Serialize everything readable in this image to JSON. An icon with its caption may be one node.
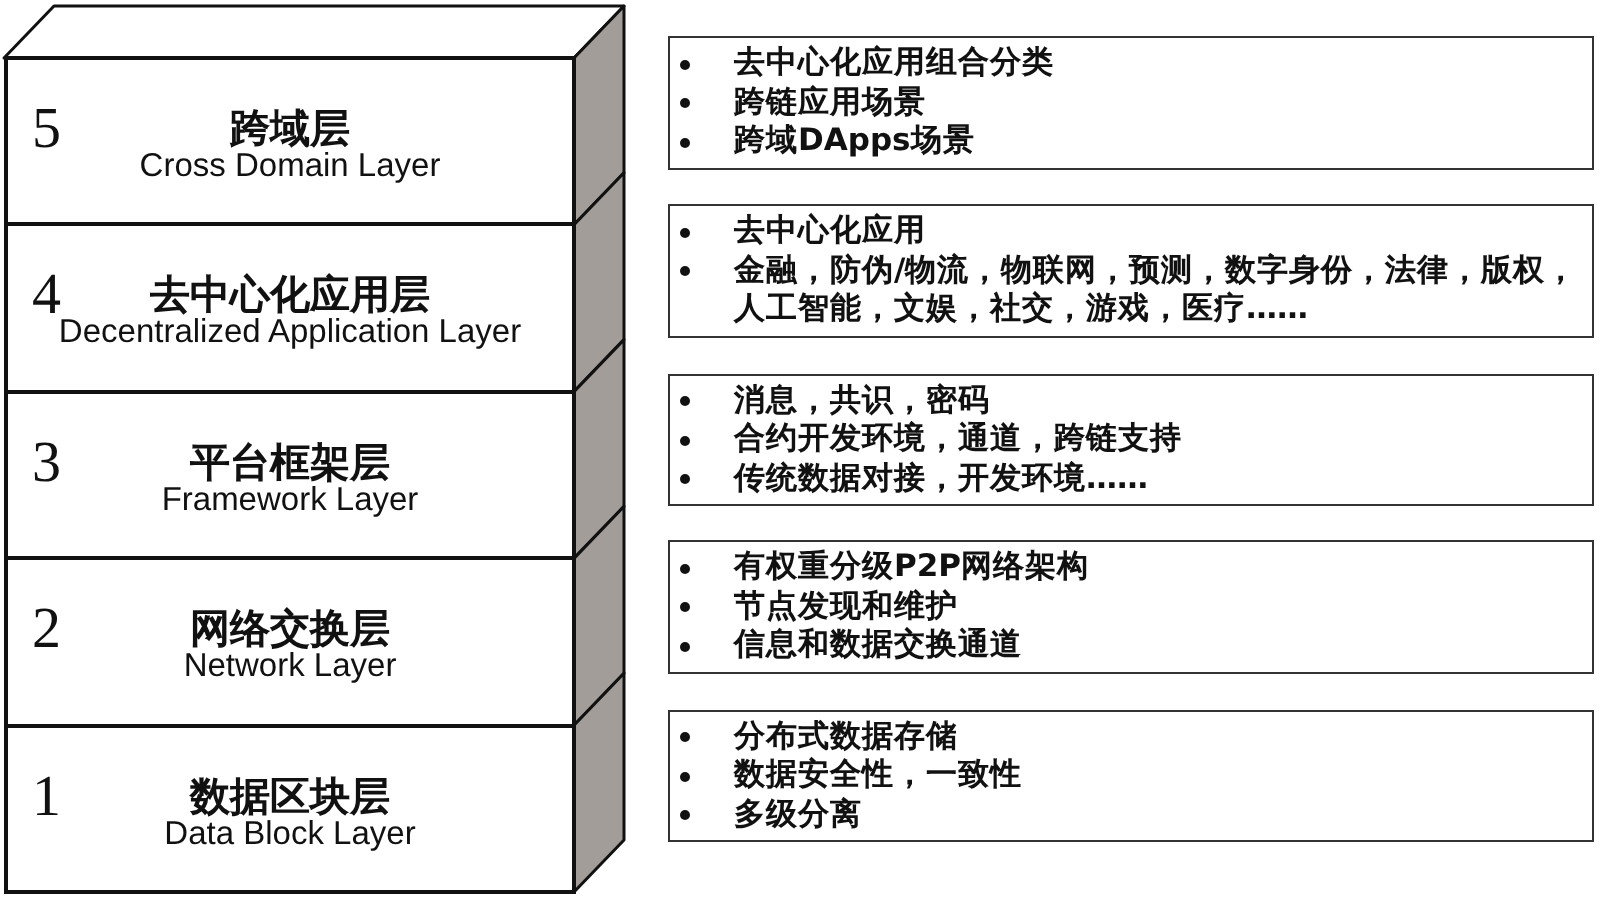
{
  "diagram": {
    "nodes": [
      {
        "text": [
          "5",
          "跨域层",
          "Cross Domain Layer"
        ]
      },
      {
        "text": [
          "去中心化应用组合分类",
          "跨链应用场景",
          "跨域DApps场景"
        ]
      },
      {
        "text": [
          "4",
          "去中心化应用层",
          "Decentralized Application Layer"
        ]
      },
      {
        "text": [
          "去中心化应用",
          "金融，防伪/物流，物联网，预测，数字身份，法律，版权，人工智能，文娱，社交，游戏，医疗……"
        ]
      },
      {
        "text": [
          "3",
          "平台框架层",
          "Framework Layer"
        ]
      },
      {
        "text": [
          "消息，共识，密码",
          "合约开发环境，通道，跨链支持",
          "传统数据对接，开发环境……"
        ]
      },
      {
        "text": [
          "2",
          "网络交换层",
          "Network Layer"
        ]
      },
      {
        "text": [
          "有权重分级P2P网络架构",
          "节点发现和维护",
          "信息和数据交换通道"
        ]
      },
      {
        "text": [
          "1",
          "数据区块层",
          "Data Block Layer"
        ]
      },
      {
        "text": [
          "分布式数据存储",
          "数据安全性，一致性",
          "多级分离"
        ]
      }
    ]
  }
}
